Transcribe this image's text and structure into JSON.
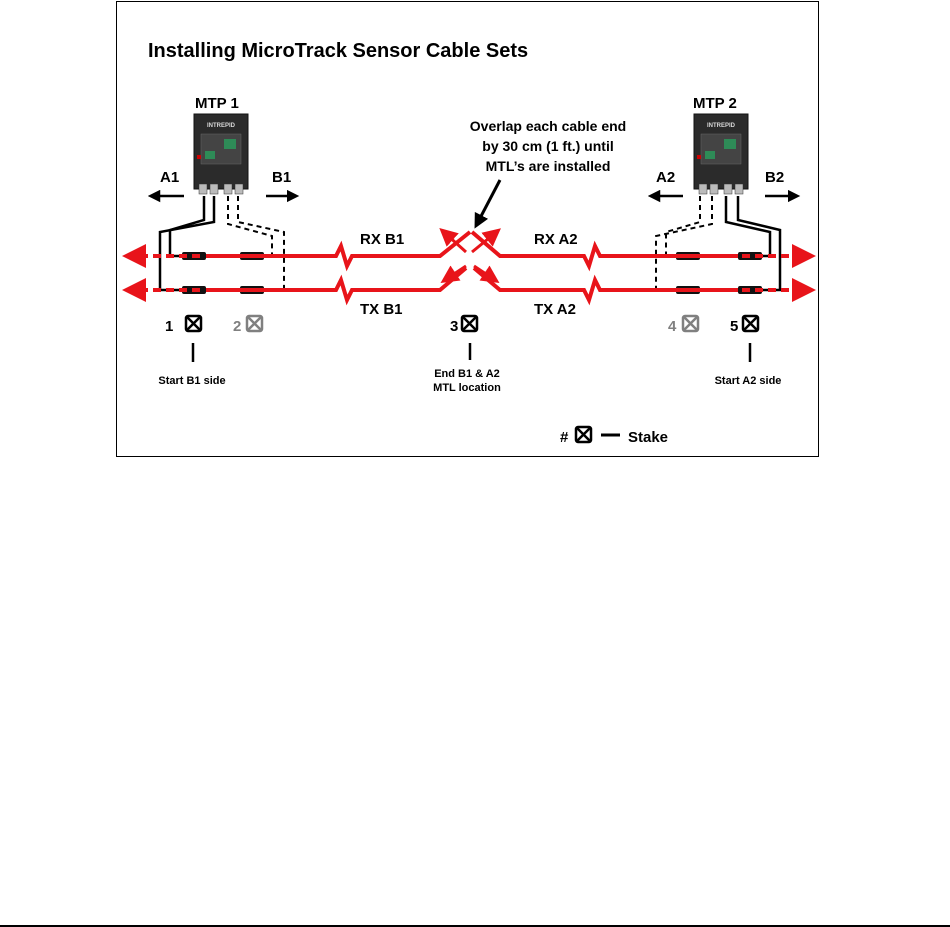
{
  "title": "Installing MicroTrack Sensor Cable Sets",
  "mtp1_label": "MTP 1",
  "mtp2_label": "MTP 2",
  "panel_brand": "INTREPID",
  "dir_a1": "A1",
  "dir_b1": "B1",
  "dir_a2": "A2",
  "dir_b2": "B2",
  "callout_line1": "Overlap each cable end",
  "callout_line2": "by 30 cm (1 ft.) until",
  "callout_line3": "MTL’s are installed",
  "cable_rx_b1": "RX B1",
  "cable_rx_a2": "RX A2",
  "cable_tx_b1": "TX B1",
  "cable_tx_a2": "TX A2",
  "stakes": [
    {
      "number": "1",
      "color": "#000000",
      "caption1": "Start B1 side",
      "caption2": ""
    },
    {
      "number": "2",
      "color": "#808080",
      "caption1": "",
      "caption2": ""
    },
    {
      "number": "3",
      "color": "#000000",
      "caption1": "End B1 & A2",
      "caption2": "MTL location"
    },
    {
      "number": "4",
      "color": "#808080",
      "caption1": "",
      "caption2": ""
    },
    {
      "number": "5",
      "color": "#000000",
      "caption1": "Start A2 side",
      "caption2": ""
    }
  ],
  "legend_symbol": "#",
  "legend_dash": "—",
  "legend_label": "Stake",
  "colors": {
    "cable": "#e8141a",
    "stake_primary": "#000000",
    "stake_secondary": "#808080",
    "panel": "#2b2b2b"
  }
}
